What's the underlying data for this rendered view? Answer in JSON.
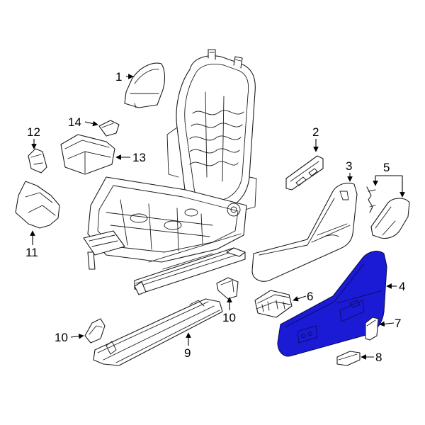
{
  "colors": {
    "highlight_fill": "#1b1bd6",
    "line": "#1c1c1c",
    "background": "#ffffff"
  },
  "callouts": {
    "c1": "1",
    "c2": "2",
    "c3": "3",
    "c4": "4",
    "c5": "5",
    "c6": "6",
    "c7": "7",
    "c8": "8",
    "c9": "9",
    "c10a": "10",
    "c10b": "10",
    "c11": "11",
    "c12": "12",
    "c13": "13",
    "c14": "14"
  },
  "highlighted_part": "4"
}
